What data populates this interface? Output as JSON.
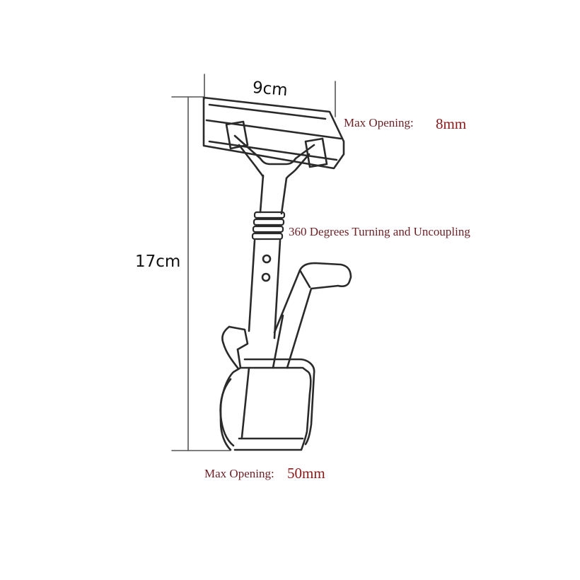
{
  "dimensions": {
    "width_label": "9cm",
    "height_label": "17cm"
  },
  "annotations": {
    "top_opening_label": "Max Opening:",
    "top_opening_value": "8mm",
    "rotation_note": "360 Degrees Turning and  Uncoupling",
    "bottom_opening_label": "Max Opening:",
    "bottom_opening_value": "50mm"
  },
  "colors": {
    "line": "#2a2a2a",
    "dimension_line": "#555555",
    "label_text": "#6b1f24",
    "value_text": "#8a1a1a",
    "dimension_text": "#111111"
  }
}
